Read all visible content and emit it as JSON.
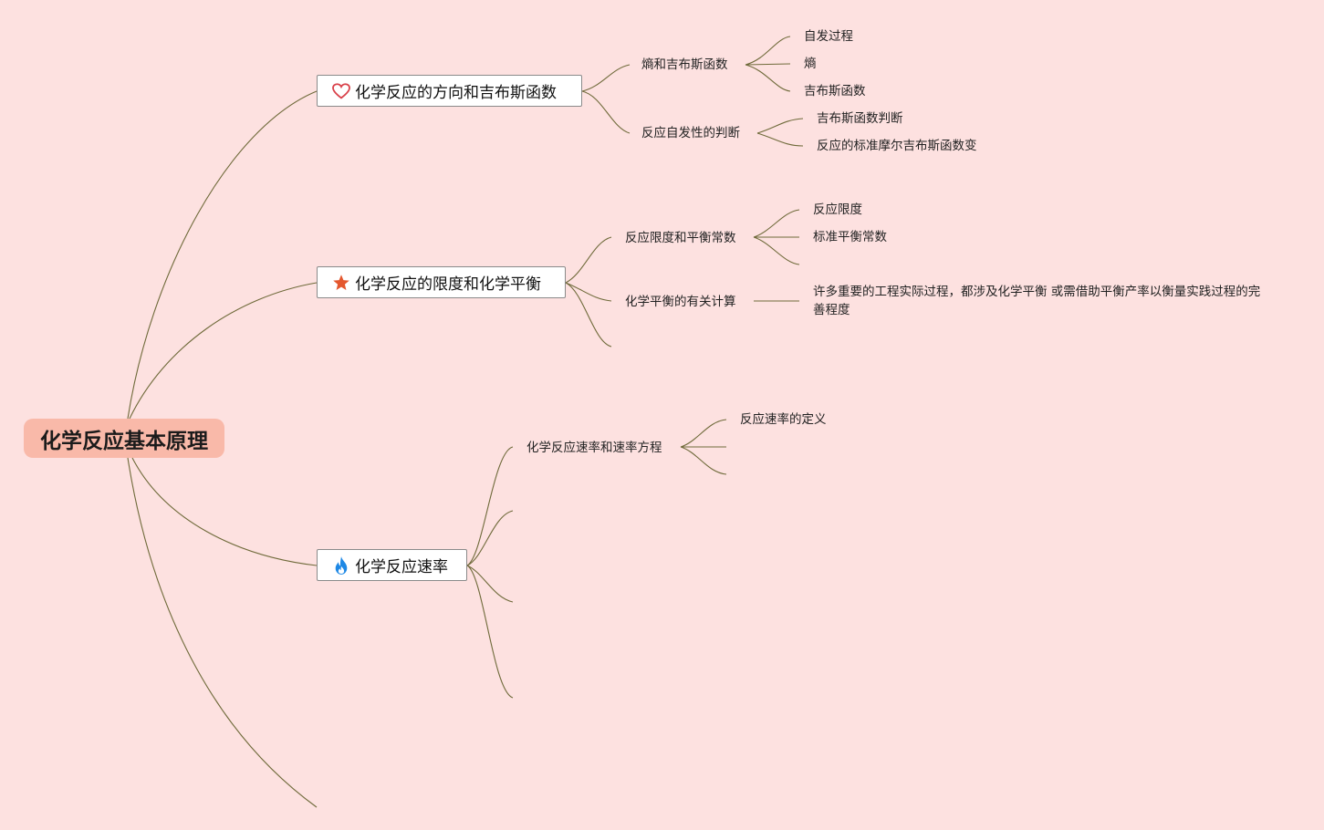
{
  "root": {
    "label": "化学反应基本原理"
  },
  "topics": [
    {
      "label": "化学反应的方向和吉布斯函数",
      "icon": "heart-icon",
      "subtopics": [
        {
          "label": "熵和吉布斯函数",
          "children": [
            "自发过程",
            "熵",
            "吉布斯函数"
          ]
        },
        {
          "label": "反应自发性的判断",
          "children": [
            "吉布斯函数判断",
            "反应的标准摩尔吉布斯函数变"
          ]
        }
      ]
    },
    {
      "label": "化学反应的限度和化学平衡",
      "icon": "star-icon",
      "subtopics": [
        {
          "label": "反应限度和平衡常数",
          "children": [
            "反应限度",
            "标准平衡常数"
          ]
        },
        {
          "label": "化学平衡的有关计算",
          "children": [
            "许多重要的工程实际过程，都涉及化学平衡 或需借助平衡产率以衡量实践过程的完善程度"
          ]
        }
      ]
    },
    {
      "label": "化学反应速率",
      "icon": "flame-icon",
      "subtopics": [
        {
          "label": "化学反应速率和速率方程",
          "children": [
            "反应速率的定义"
          ]
        }
      ]
    }
  ],
  "colors": {
    "background": "#fde1e0",
    "root_fill": "#f9b9a9",
    "line": "#6f6a3a",
    "heart": "#d9414a",
    "star": "#e4572e",
    "flame": "#1e88e5"
  }
}
